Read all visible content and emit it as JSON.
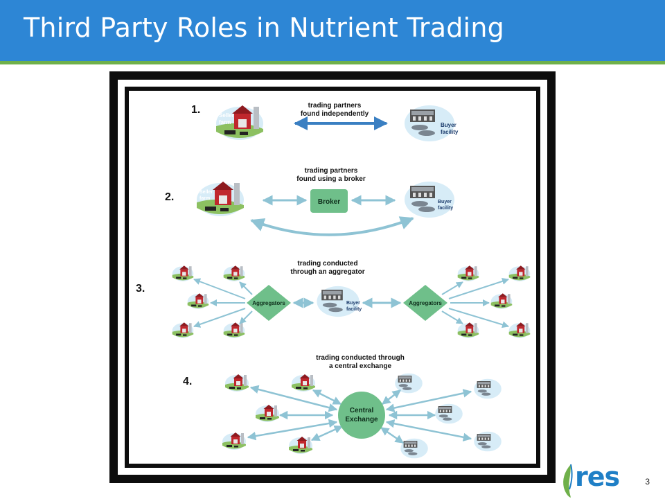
{
  "slide": {
    "title": "Third Party Roles in Nutrient Trading",
    "page_number": "3"
  },
  "logo": {
    "text": "res"
  },
  "figure": {
    "panels": [
      {
        "number": "1.",
        "caption_line1": "trading partners",
        "caption_line2": "found independently"
      },
      {
        "number": "2.",
        "caption_line1": "trading partners",
        "caption_line2": "found using a broker"
      },
      {
        "number": "3.",
        "caption_line1": "trading conducted",
        "caption_line2": "through an aggregator"
      },
      {
        "number": "4.",
        "caption_line1": "trading conducted through",
        "caption_line2": "a central exchange"
      }
    ],
    "labels": {
      "seller_line1": "Seller",
      "seller_line2": "farm",
      "buyer_line1": "Buyer",
      "buyer_line2": "facility",
      "broker": "Broker",
      "aggregators": "Aggregators",
      "central_line1": "Central",
      "central_line2": "Exchange"
    },
    "colors": {
      "arrow": "#3a7fc2",
      "arrow_light": "#8ec3d4",
      "node_green": "#6fbf8a",
      "barn_red": "#c0272d",
      "frame": "#0d0d0d"
    }
  }
}
